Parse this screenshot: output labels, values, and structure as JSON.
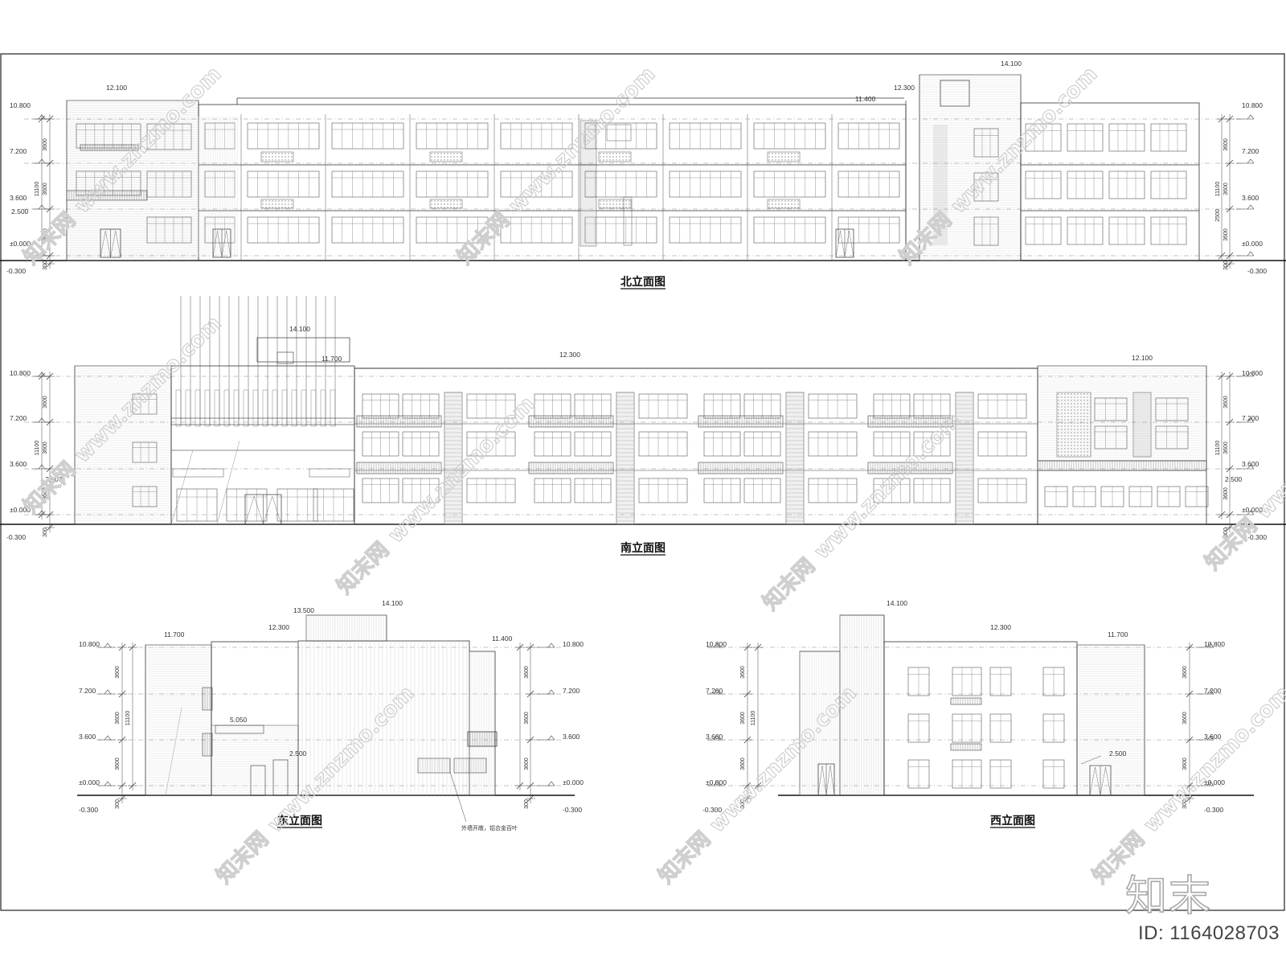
{
  "titles": {
    "north": "北立面图",
    "south": "南立面图",
    "east": "东立面图",
    "west": "西立面图"
  },
  "levels": [
    "10.800",
    "7.200",
    "3.600",
    "±0.000",
    "-0.300"
  ],
  "level_alt": "2.500",
  "dims": {
    "floor": "3600",
    "total": "11100",
    "base": "300"
  },
  "north": {
    "roof_main": "12.100",
    "roof_mid": "12.300",
    "roof_mid2": "11.400",
    "roof_tower": "14.100",
    "side_dim": "2500"
  },
  "south": {
    "roof_tower": "14.100",
    "roof_a": "11.700",
    "roof_main": "12.300",
    "roof_right": "12.100"
  },
  "east": {
    "tower_a": "13.500",
    "tower_b": "14.100",
    "left": "11.700",
    "mid": "12.300",
    "right": "11.400",
    "canopy": "5.050",
    "door": "2.500",
    "note": "外墙开敞，铝合金百叶"
  },
  "west": {
    "tower": "14.100",
    "mid": "12.300",
    "right": "11.700",
    "door": "2.500"
  },
  "watermark": {
    "cn": "知末网",
    "url": "www.znzmo.com"
  },
  "brand": "知末",
  "image_id": "ID: 1164028703"
}
